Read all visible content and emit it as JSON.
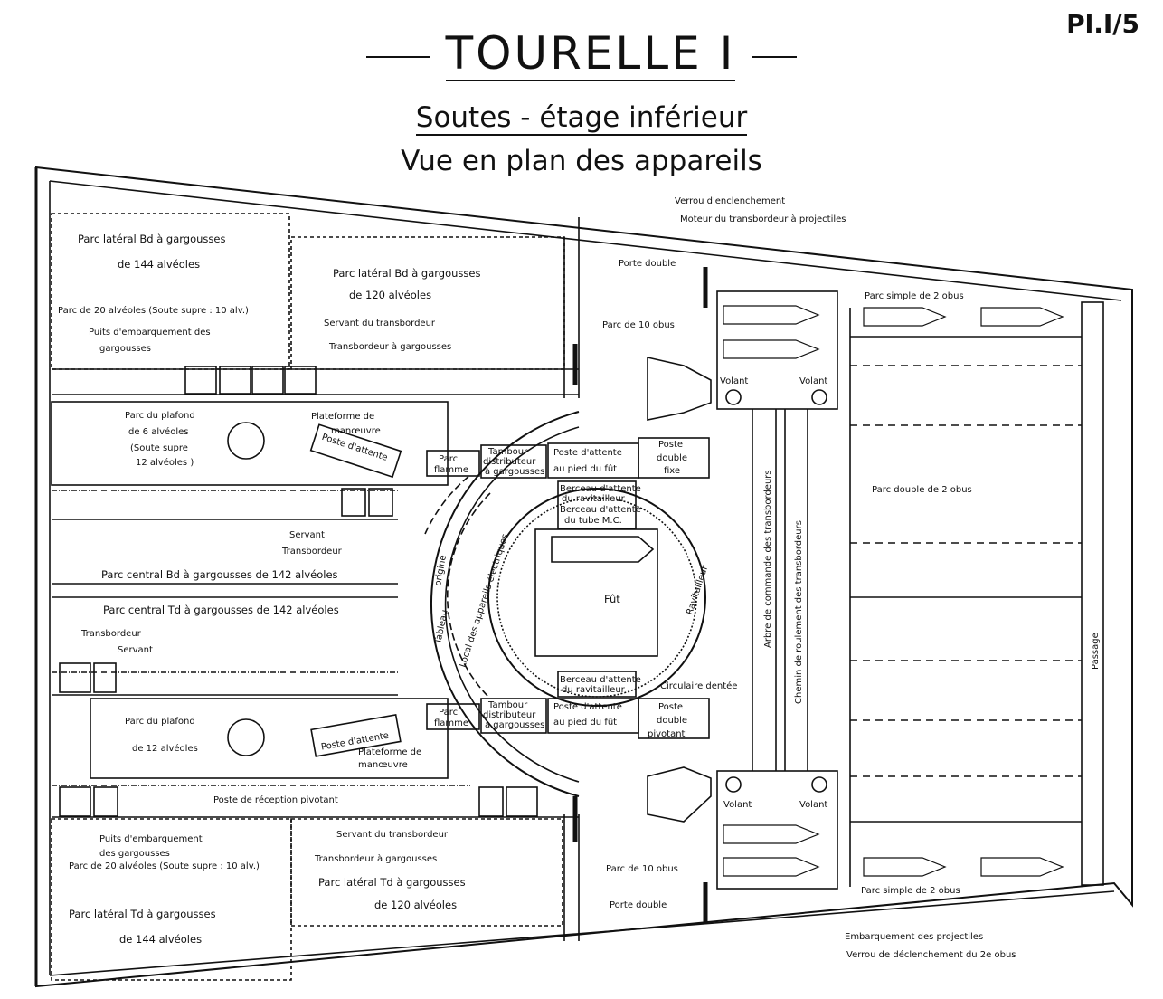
{
  "header": {
    "plate": "Pl.I/5",
    "title": "TOURELLE I",
    "subtitle": "Soutes - étage inférieur",
    "subtitle2": "Vue en plan des appareils"
  },
  "labels": {
    "parc_lat_bd_144_a": "Parc latéral Bd à gargousses",
    "parc_lat_bd_144_b": "de 144 alvéoles",
    "parc_20_top": "Parc de 20 alvéoles (Soute supre : 10 alv.)",
    "puits_top_a": "Puits d'embarquement des",
    "puits_top_b": "gargousses",
    "parc_lat_bd_120_a": "Parc latéral Bd à gargousses",
    "parc_lat_bd_120_b": "de 120 alvéoles",
    "servant_top": "Servant du transbordeur",
    "transb_top": "Transbordeur à gargousses",
    "parc_plafond6_a": "Parc du plafond",
    "parc_plafond6_b": "de 6 alvéoles",
    "parc_plafond6_c": "(Soute supre",
    "parc_plafond6_d": "12 alvéoles )",
    "plateforme_top_a": "Plateforme de",
    "plateforme_top_b": "manœuvre",
    "poste_attente_top": "Poste d'attente",
    "parc_flamme_top_a": "Parc",
    "parc_flamme_top_b": "flamme",
    "tambour_top_a": "Tambour",
    "tambour_top_b": "distributeur",
    "tambour_top_c": "à gargousses",
    "poste_attente_fut_top_a": "Poste d'attente",
    "poste_attente_fut_top_b": "au pied du fût",
    "poste_fixe_a": "Poste",
    "poste_fixe_b": "double",
    "poste_fixe_c": "fixe",
    "servant_mid": "Servant",
    "transb_mid": "Transbordeur",
    "parc_central_bd": "Parc central Bd à gargousses de 142 alvéoles",
    "parc_central_td": "Parc central Td à gargousses de 142 alvéoles",
    "transb_low": "Transbordeur",
    "servant_low": "Servant",
    "tableau_a": "Tableau",
    "tableau_b": "origine",
    "local": "Local des appareils électriques",
    "berceau_top_a": "Berceau d'attente",
    "berceau_top_b": "du ravitailleur",
    "berceau_top_c": "Berceau d'attente",
    "berceau_top_d": "du tube M.C.",
    "fut": "Fût",
    "ravitailleur": "Ravitailleur",
    "berceau_bot_a": "Berceau d'attente",
    "berceau_bot_b": "du ravitailleur",
    "circulaire": "Circulaire dentée",
    "parc_plafond12_a": "Parc du plafond",
    "parc_plafond12_b": "de 12 alvéoles",
    "poste_attente_bot": "Poste d'attente",
    "plateforme_bot_a": "Plateforme de",
    "plateforme_bot_b": "manœuvre",
    "parc_flamme_bot_a": "Parc",
    "parc_flamme_bot_b": "flamme",
    "tambour_bot_a": "Tambour",
    "tambour_bot_b": "distributeur",
    "tambour_bot_c": "à gargousses",
    "poste_attente_fut_bot_a": "Poste d'attente",
    "poste_attente_fut_bot_b": "au pied du fût",
    "poste_piv_a": "Poste",
    "poste_piv_b": "double",
    "poste_piv_c": "pivotant",
    "poste_reception": "Poste de réception pivotant",
    "puits_bot_a": "Puits d'embarquement",
    "puits_bot_b": "des gargousses",
    "parc_20_bot": "Parc de 20 alvéoles (Soute supre : 10 alv.)",
    "servant_bot": "Servant du transbordeur",
    "transb_bot": "Transbordeur à gargousses",
    "parc_lat_td_120_a": "Parc latéral Td à gargousses",
    "parc_lat_td_120_b": "de 120 alvéoles",
    "parc_lat_td_144_a": "Parc latéral Td à gargousses",
    "parc_lat_td_144_b": "de 144 alvéoles",
    "verrou_top": "Verrou d'enclenchement",
    "moteur": "Moteur du transbordeur à projectiles",
    "porte_double_top": "Porte double",
    "parc_10_top": "Parc de 10 obus",
    "volant_1": "Volant",
    "volant_2": "Volant",
    "volant_3": "Volant",
    "volant_4": "Volant",
    "arbre": "Arbre de commande des transbordeurs",
    "chemin": "Chemin de roulement des transbordeurs",
    "parc_simple_top": "Parc simple de 2 obus",
    "parc_double": "Parc double de 2 obus",
    "passage": "Passage",
    "parc_10_bot": "Parc de 10 obus",
    "porte_double_bot": "Porte double",
    "parc_simple_bot": "Parc simple de 2 obus",
    "embarquement": "Embarquement des projectiles",
    "verrou_bot": "Verrou de déclenchement du 2e obus"
  }
}
